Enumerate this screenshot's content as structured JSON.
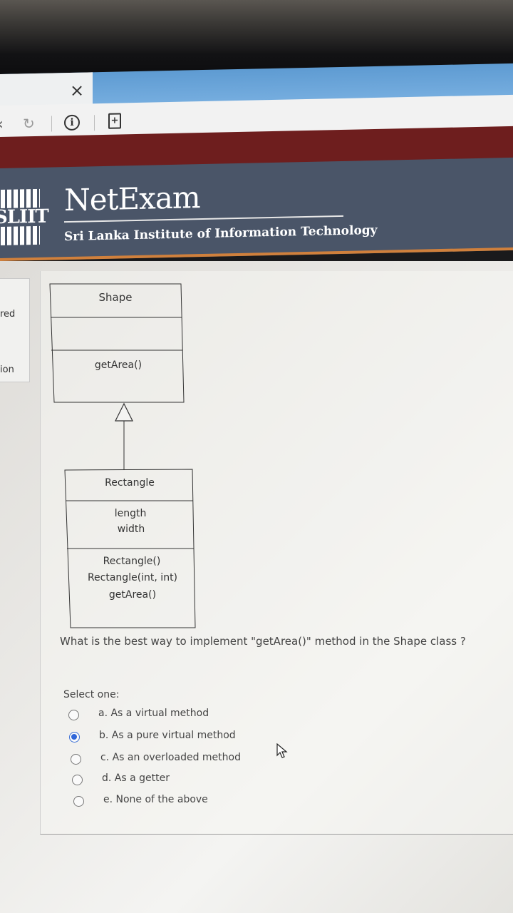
{
  "browser": {
    "tab_close": "×",
    "reload_glyph": "↻",
    "back_glyph": "‹",
    "info_glyph": "i",
    "page_glyph": "+"
  },
  "header": {
    "logo_text": "SLIIT",
    "brand": "NetExam",
    "subtitle": "Sri Lanka Institute of Information Technology"
  },
  "left_panel": {
    "item1": "red",
    "item2": "ion"
  },
  "uml": {
    "shape": {
      "name": "Shape",
      "attributes": [],
      "methods": [
        "getArea()"
      ]
    },
    "rectangle": {
      "name": "Rectangle",
      "attributes": [
        "length",
        "width"
      ],
      "methods": [
        "Rectangle()",
        "Rectangle(int, int)",
        "getArea()"
      ]
    }
  },
  "question": {
    "text": "What is the best way to implement \"getArea()\" method in the Shape class ?",
    "select_label": "Select one:",
    "options": [
      {
        "label": "a. As a virtual method",
        "selected": false
      },
      {
        "label": "b. As a pure virtual method",
        "selected": true
      },
      {
        "label": "c. As an overloaded method",
        "selected": false
      },
      {
        "label": "d. As a getter",
        "selected": false
      },
      {
        "label": "e. None of the above",
        "selected": false
      }
    ]
  },
  "colors": {
    "header_bg": "#4a5568",
    "maroon_band": "#6e1e1e",
    "accent_orange": "#d0803c",
    "radio_selected": "#2f66d9"
  }
}
